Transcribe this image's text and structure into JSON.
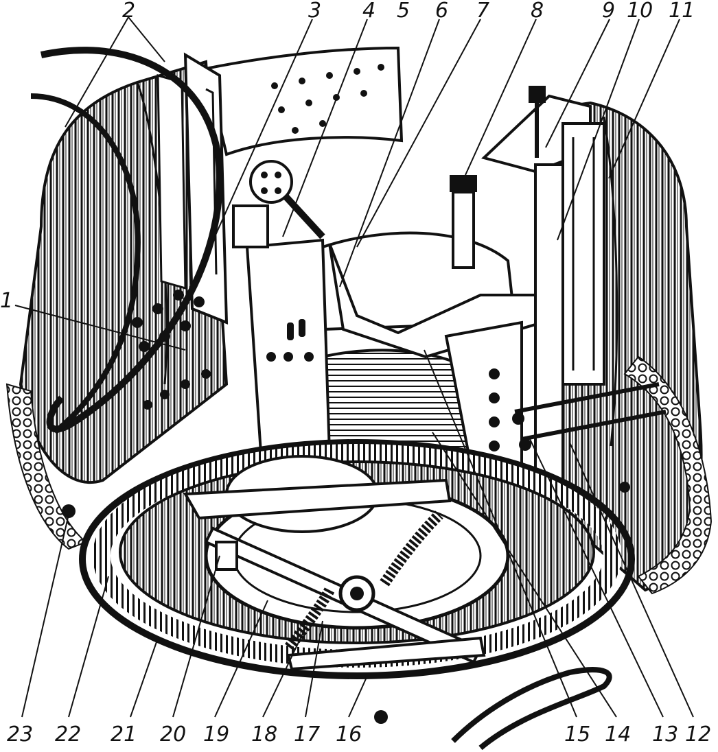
{
  "colors": {
    "ink": "#111111",
    "paper": "#ffffff",
    "mid": "#444444"
  },
  "callouts": [
    {
      "id": "1",
      "label": "1"
    },
    {
      "id": "2",
      "label": "2"
    },
    {
      "id": "3",
      "label": "3"
    },
    {
      "id": "4",
      "label": "4"
    },
    {
      "id": "5",
      "label": "5"
    },
    {
      "id": "6",
      "label": "6"
    },
    {
      "id": "7",
      "label": "7"
    },
    {
      "id": "8",
      "label": "8"
    },
    {
      "id": "9",
      "label": "9"
    },
    {
      "id": "10",
      "label": "10"
    },
    {
      "id": "11",
      "label": "11"
    },
    {
      "id": "12",
      "label": "12"
    },
    {
      "id": "13",
      "label": "13"
    },
    {
      "id": "14",
      "label": "14"
    },
    {
      "id": "15",
      "label": "15"
    },
    {
      "id": "16",
      "label": "16"
    },
    {
      "id": "17",
      "label": "17"
    },
    {
      "id": "18",
      "label": "18"
    },
    {
      "id": "19",
      "label": "19"
    },
    {
      "id": "20",
      "label": "20"
    },
    {
      "id": "21",
      "label": "21"
    },
    {
      "id": "22",
      "label": "22"
    },
    {
      "id": "23",
      "label": "23"
    }
  ]
}
